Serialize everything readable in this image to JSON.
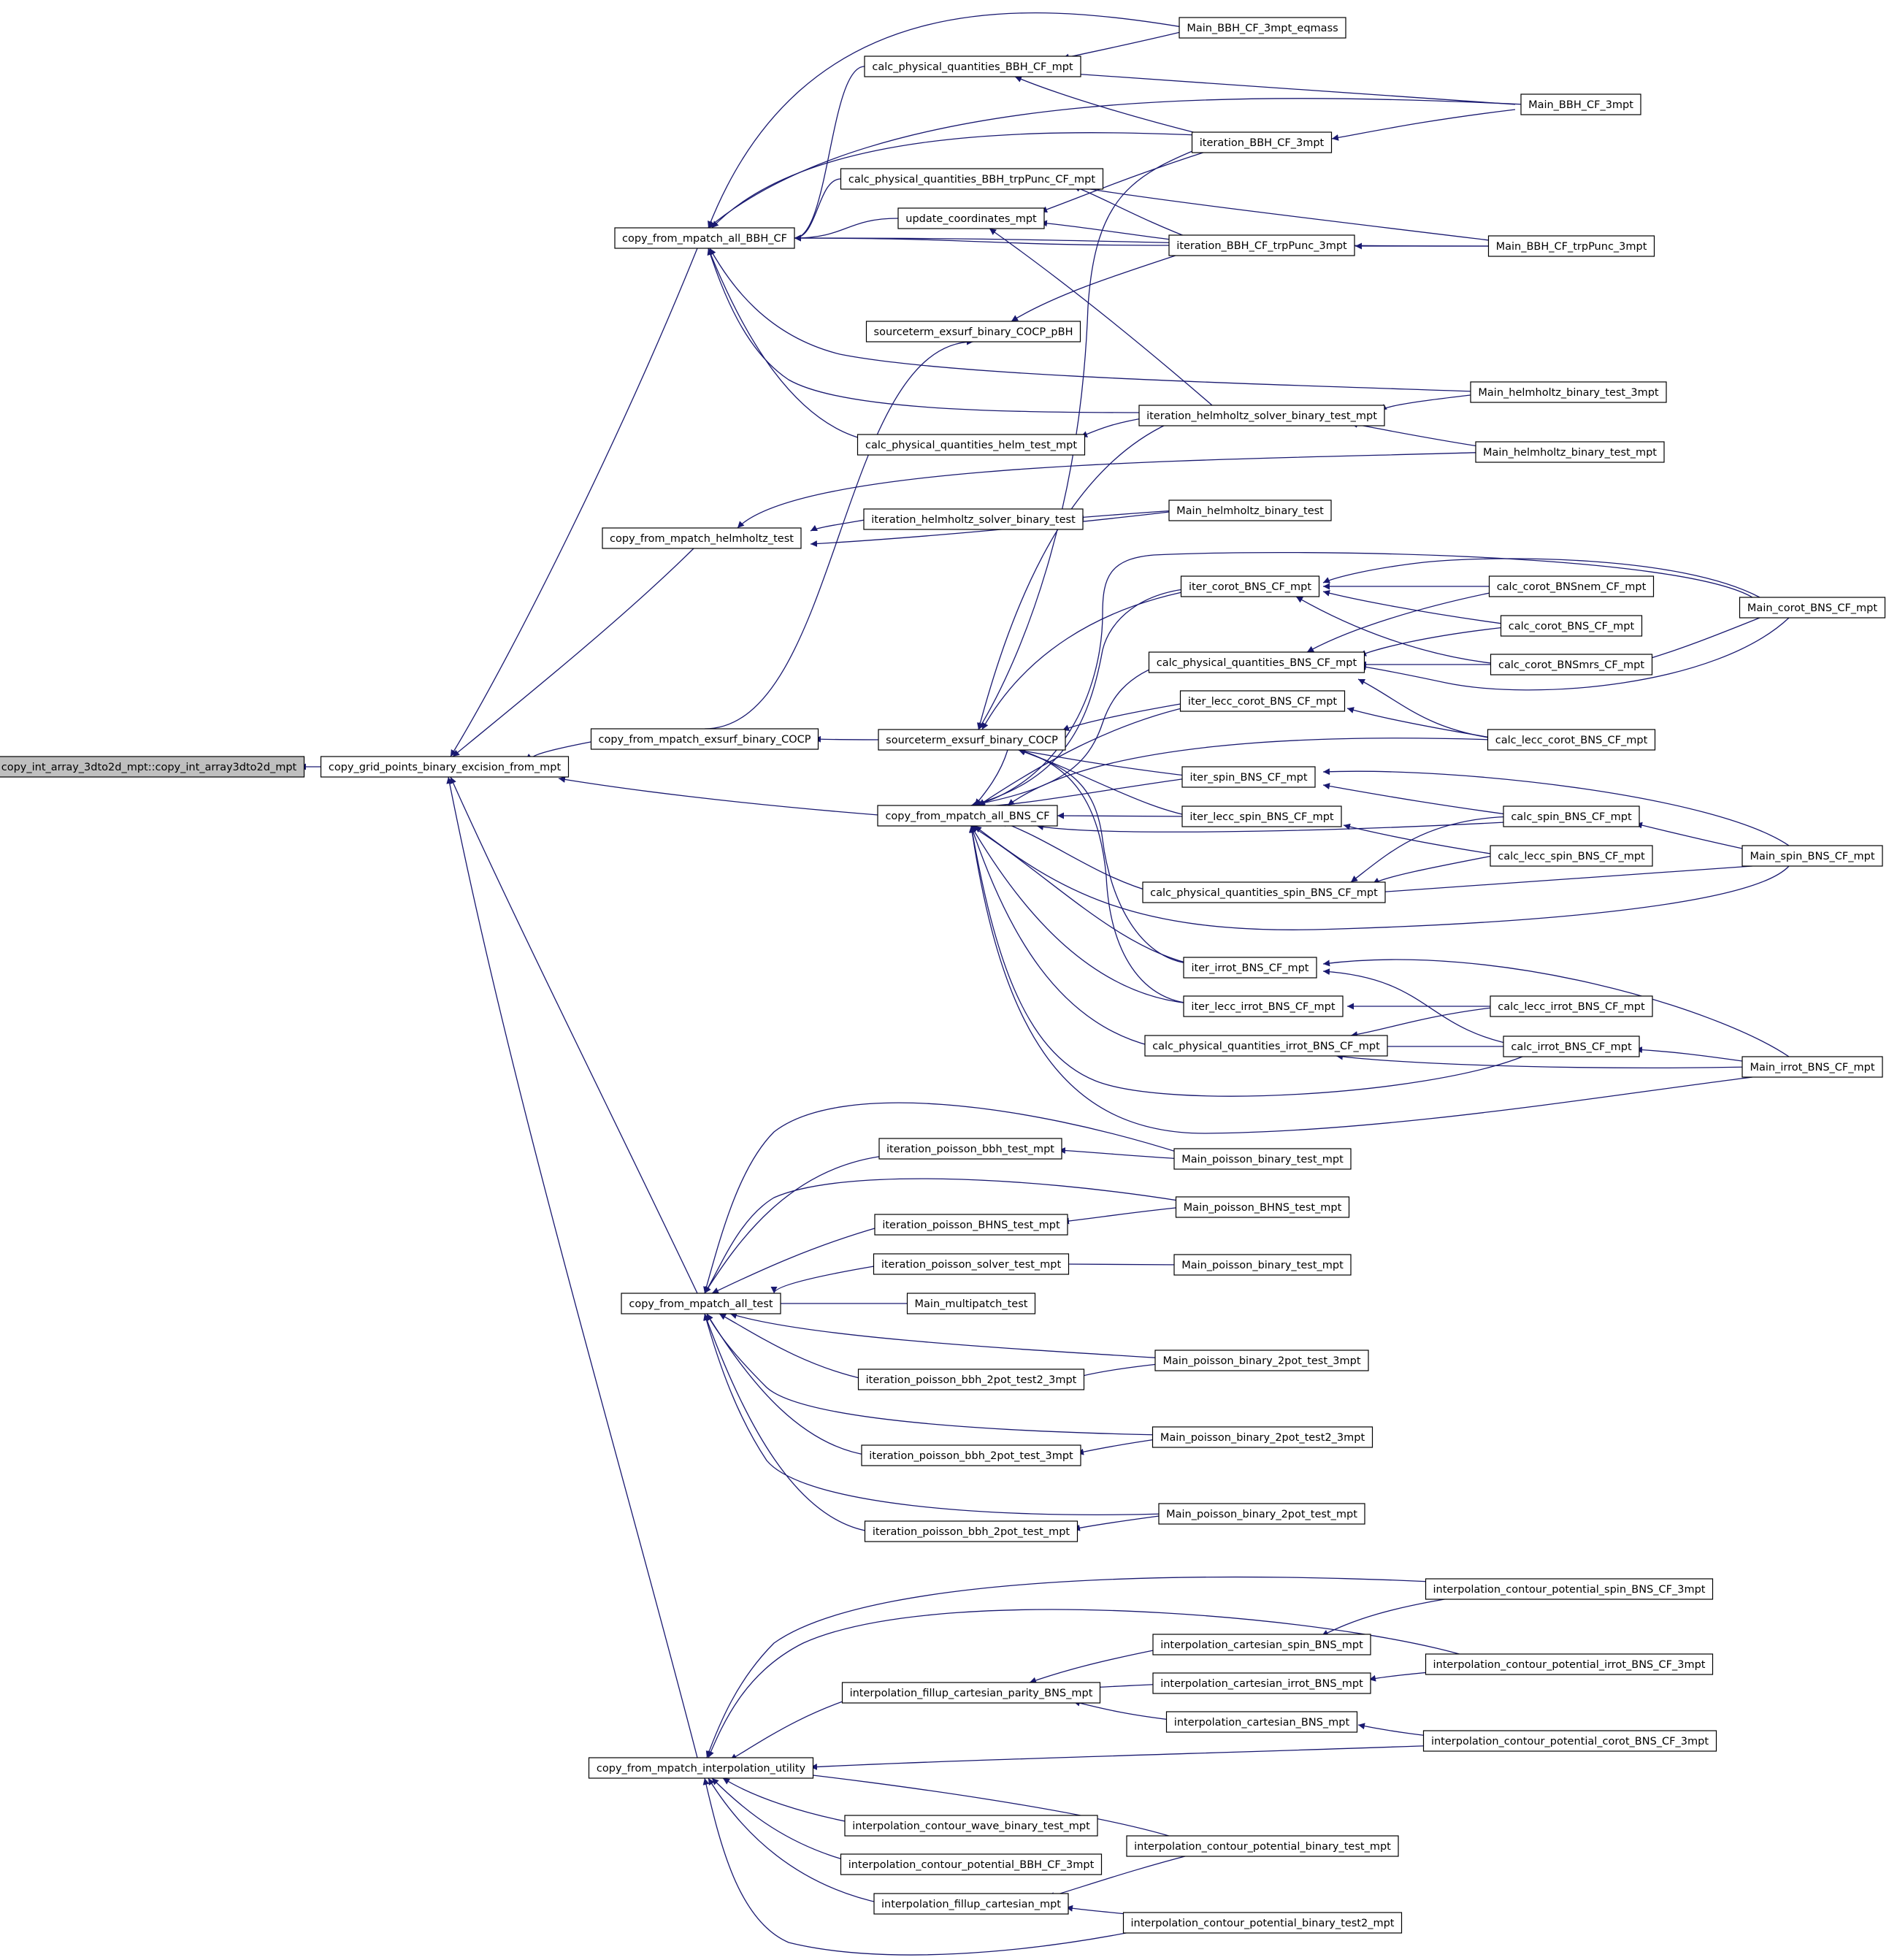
{
  "colors": {
    "edge": "#191970",
    "node_border": "#000000",
    "node_fill": "#ffffff",
    "root_fill": "#bfbfbf"
  },
  "nodes": [
    {
      "id": "root",
      "label": "copy_int_array_3dto2d_mpt::copy_int_array3dto2d_mpt",
      "root": true
    },
    {
      "id": "cgp",
      "label": "copy_grid_points_binary_excision_from_mpt"
    },
    {
      "id": "bbhcf",
      "label": "copy_from_mpatch_all_BBH_CF"
    },
    {
      "id": "helm",
      "label": "copy_from_mpatch_helmholtz_test"
    },
    {
      "id": "exsurf",
      "label": "copy_from_mpatch_exsurf_binary_COCP"
    },
    {
      "id": "bnscf",
      "label": "copy_from_mpatch_all_BNS_CF"
    },
    {
      "id": "alltest",
      "label": "copy_from_mpatch_all_test"
    },
    {
      "id": "interp",
      "label": "copy_from_mpatch_interpolation_utility"
    },
    {
      "id": "cpq_bbh",
      "label": "calc_physical_quantities_BBH_CF_mpt"
    },
    {
      "id": "cpq_trp",
      "label": "calc_physical_quantities_BBH_trpPunc_CF_mpt"
    },
    {
      "id": "upd",
      "label": "update_coordinates_mpt"
    },
    {
      "id": "srcpbh",
      "label": "sourceterm_exsurf_binary_COCP_pBH"
    },
    {
      "id": "cpq_helm",
      "label": "calc_physical_quantities_helm_test_mpt"
    },
    {
      "id": "ihelm",
      "label": "iteration_helmholtz_solver_binary_test"
    },
    {
      "id": "srccocp",
      "label": "sourceterm_exsurf_binary_COCP"
    },
    {
      "id": "main_eq",
      "label": "Main_BBH_CF_3mpt_eqmass"
    },
    {
      "id": "it_bbh3",
      "label": "iteration_BBH_CF_3mpt"
    },
    {
      "id": "main_bbh3",
      "label": "Main_BBH_CF_3mpt"
    },
    {
      "id": "it_trp",
      "label": "iteration_BBH_CF_trpPunc_3mpt"
    },
    {
      "id": "main_trp",
      "label": "Main_BBH_CF_trpPunc_3mpt"
    },
    {
      "id": "main_helm3",
      "label": "Main_helmholtz_binary_test_3mpt"
    },
    {
      "id": "ihelm_mpt",
      "label": "iteration_helmholtz_solver_binary_test_mpt"
    },
    {
      "id": "main_helm_mpt",
      "label": "Main_helmholtz_binary_test_mpt"
    },
    {
      "id": "main_helm",
      "label": "Main_helmholtz_binary_test"
    },
    {
      "id": "iter_corot",
      "label": "iter_corot_BNS_CF_mpt"
    },
    {
      "id": "cpq_bns",
      "label": "calc_physical_quantities_BNS_CF_mpt"
    },
    {
      "id": "iter_lecc_corot",
      "label": "iter_lecc_corot_BNS_CF_mpt"
    },
    {
      "id": "iter_spin",
      "label": "iter_spin_BNS_CF_mpt"
    },
    {
      "id": "iter_lecc_spin",
      "label": "iter_lecc_spin_BNS_CF_mpt"
    },
    {
      "id": "cpq_spin",
      "label": "calc_physical_quantities_spin_BNS_CF_mpt"
    },
    {
      "id": "iter_irrot",
      "label": "iter_irrot_BNS_CF_mpt"
    },
    {
      "id": "iter_lecc_irrot",
      "label": "iter_lecc_irrot_BNS_CF_mpt"
    },
    {
      "id": "cpq_irrot",
      "label": "calc_physical_quantities_irrot_BNS_CF_mpt"
    },
    {
      "id": "c_corot_nem",
      "label": "calc_corot_BNSnem_CF_mpt"
    },
    {
      "id": "c_corot",
      "label": "calc_corot_BNS_CF_mpt"
    },
    {
      "id": "c_corot_mrs",
      "label": "calc_corot_BNSmrs_CF_mpt"
    },
    {
      "id": "c_lecc_corot",
      "label": "calc_lecc_corot_BNS_CF_mpt"
    },
    {
      "id": "c_spin",
      "label": "calc_spin_BNS_CF_mpt"
    },
    {
      "id": "c_lecc_spin",
      "label": "calc_lecc_spin_BNS_CF_mpt"
    },
    {
      "id": "c_lecc_irrot",
      "label": "calc_lecc_irrot_BNS_CF_mpt"
    },
    {
      "id": "c_irrot",
      "label": "calc_irrot_BNS_CF_mpt"
    },
    {
      "id": "main_corot",
      "label": "Main_corot_BNS_CF_mpt"
    },
    {
      "id": "main_spin",
      "label": "Main_spin_BNS_CF_mpt"
    },
    {
      "id": "main_irrot",
      "label": "Main_irrot_BNS_CF_mpt"
    },
    {
      "id": "ip_bbh",
      "label": "iteration_poisson_bbh_test_mpt"
    },
    {
      "id": "ip_bhns",
      "label": "iteration_poisson_BHNS_test_mpt"
    },
    {
      "id": "ip_solver",
      "label": "iteration_poisson_solver_test_mpt"
    },
    {
      "id": "main_multi",
      "label": "Main_multipatch_test"
    },
    {
      "id": "ip_2pot2",
      "label": "iteration_poisson_bbh_2pot_test2_3mpt"
    },
    {
      "id": "ip_2pot3",
      "label": "iteration_poisson_bbh_2pot_test_3mpt"
    },
    {
      "id": "ip_2pot",
      "label": "iteration_poisson_bbh_2pot_test_mpt"
    },
    {
      "id": "mp_bin1",
      "label": "Main_poisson_binary_test_mpt"
    },
    {
      "id": "mp_bhns",
      "label": "Main_poisson_BHNS_test_mpt"
    },
    {
      "id": "mp_bin2",
      "label": "Main_poisson_binary_test_mpt"
    },
    {
      "id": "mp_2pot3",
      "label": "Main_poisson_binary_2pot_test_3mpt"
    },
    {
      "id": "mp_2pot2_3",
      "label": "Main_poisson_binary_2pot_test2_3mpt"
    },
    {
      "id": "mp_2pot",
      "label": "Main_poisson_binary_2pot_test_mpt"
    },
    {
      "id": "ifc_parity",
      "label": "interpolation_fillup_cartesian_parity_BNS_mpt"
    },
    {
      "id": "icw",
      "label": "interpolation_contour_wave_binary_test_mpt"
    },
    {
      "id": "icp_bbh",
      "label": "interpolation_contour_potential_BBH_CF_3mpt"
    },
    {
      "id": "ifc",
      "label": "interpolation_fillup_cartesian_mpt"
    },
    {
      "id": "ics_spin",
      "label": "interpolation_cartesian_spin_BNS_mpt"
    },
    {
      "id": "ics_irrot",
      "label": "interpolation_cartesian_irrot_BNS_mpt"
    },
    {
      "id": "ics",
      "label": "interpolation_cartesian_BNS_mpt"
    },
    {
      "id": "icp_bin",
      "label": "interpolation_contour_potential_binary_test_mpt"
    },
    {
      "id": "icp_bin2",
      "label": "interpolation_contour_potential_binary_test2_mpt"
    },
    {
      "id": "icp_spin",
      "label": "interpolation_contour_potential_spin_BNS_CF_3mpt"
    },
    {
      "id": "icp_irrot",
      "label": "interpolation_contour_potential_irrot_BNS_CF_3mpt"
    },
    {
      "id": "icp_corot",
      "label": "interpolation_contour_potential_corot_BNS_CF_3mpt"
    }
  ],
  "edges": [
    [
      "cgp",
      "root"
    ],
    [
      "bbhcf",
      "cgp"
    ],
    [
      "helm",
      "cgp"
    ],
    [
      "exsurf",
      "cgp"
    ],
    [
      "bnscf",
      "cgp"
    ],
    [
      "alltest",
      "cgp"
    ],
    [
      "interp",
      "cgp"
    ],
    [
      "cpq_bbh",
      "bbhcf"
    ],
    [
      "main_eq",
      "bbhcf"
    ],
    [
      "main_bbh3",
      "bbhcf"
    ],
    [
      "it_bbh3",
      "bbhcf"
    ],
    [
      "cpq_trp",
      "bbhcf"
    ],
    [
      "upd",
      "bbhcf"
    ],
    [
      "it_trp",
      "bbhcf"
    ],
    [
      "main_trp",
      "bbhcf"
    ],
    [
      "main_helm3",
      "bbhcf"
    ],
    [
      "ihelm_mpt",
      "bbhcf"
    ],
    [
      "cpq_helm",
      "bbhcf"
    ],
    [
      "main_eq",
      "cpq_bbh"
    ],
    [
      "main_bbh3",
      "cpq_bbh"
    ],
    [
      "it_bbh3",
      "cpq_bbh"
    ],
    [
      "main_bbh3",
      "it_bbh3"
    ],
    [
      "it_trp",
      "cpq_trp"
    ],
    [
      "main_trp",
      "cpq_trp"
    ],
    [
      "main_trp",
      "it_trp"
    ],
    [
      "it_bbh3",
      "upd"
    ],
    [
      "it_trp",
      "upd"
    ],
    [
      "ihelm_mpt",
      "upd"
    ],
    [
      "it_trp",
      "srcpbh"
    ],
    [
      "exsurf",
      "srcpbh"
    ],
    [
      "ihelm_mpt",
      "cpq_helm"
    ],
    [
      "main_helm3",
      "ihelm_mpt"
    ],
    [
      "main_helm_mpt",
      "ihelm_mpt"
    ],
    [
      "main_helm_mpt",
      "helm"
    ],
    [
      "ihelm",
      "helm"
    ],
    [
      "main_helm",
      "helm"
    ],
    [
      "main_helm",
      "ihelm"
    ],
    [
      "srccocp",
      "exsurf"
    ],
    [
      "it_bbh3",
      "srccocp"
    ],
    [
      "ihelm_mpt",
      "srccocp"
    ],
    [
      "iter_corot",
      "srccocp"
    ],
    [
      "iter_lecc_corot",
      "srccocp"
    ],
    [
      "iter_spin",
      "srccocp"
    ],
    [
      "iter_lecc_spin",
      "srccocp"
    ],
    [
      "iter_irrot",
      "srccocp"
    ],
    [
      "iter_lecc_irrot",
      "srccocp"
    ],
    [
      "srccocp",
      "bnscf"
    ],
    [
      "main_corot",
      "bnscf"
    ],
    [
      "iter_corot",
      "bnscf"
    ],
    [
      "cpq_bns",
      "bnscf"
    ],
    [
      "iter_lecc_corot",
      "bnscf"
    ],
    [
      "c_lecc_corot",
      "bnscf"
    ],
    [
      "iter_spin",
      "bnscf"
    ],
    [
      "iter_lecc_spin",
      "bnscf"
    ],
    [
      "c_spin",
      "bnscf"
    ],
    [
      "cpq_spin",
      "bnscf"
    ],
    [
      "main_spin",
      "bnscf"
    ],
    [
      "iter_irrot",
      "bnscf"
    ],
    [
      "iter_lecc_irrot",
      "bnscf"
    ],
    [
      "cpq_irrot",
      "bnscf"
    ],
    [
      "c_irrot",
      "bnscf"
    ],
    [
      "main_irrot",
      "bnscf"
    ],
    [
      "c_corot_nem",
      "iter_corot"
    ],
    [
      "c_corot",
      "iter_corot"
    ],
    [
      "c_corot_mrs",
      "iter_corot"
    ],
    [
      "main_corot",
      "iter_corot"
    ],
    [
      "c_corot_nem",
      "cpq_bns"
    ],
    [
      "c_corot",
      "cpq_bns"
    ],
    [
      "c_corot_mrs",
      "cpq_bns"
    ],
    [
      "c_lecc_corot",
      "cpq_bns"
    ],
    [
      "main_corot",
      "cpq_bns"
    ],
    [
      "main_corot",
      "c_corot_mrs"
    ],
    [
      "c_lecc_corot",
      "iter_lecc_corot"
    ],
    [
      "c_spin",
      "iter_spin"
    ],
    [
      "main_spin",
      "iter_spin"
    ],
    [
      "c_lecc_spin",
      "iter_lecc_spin"
    ],
    [
      "c_spin",
      "cpq_spin"
    ],
    [
      "c_lecc_spin",
      "cpq_spin"
    ],
    [
      "main_spin",
      "cpq_spin"
    ],
    [
      "main_spin",
      "c_spin"
    ],
    [
      "c_irrot",
      "iter_irrot"
    ],
    [
      "main_irrot",
      "iter_irrot"
    ],
    [
      "c_lecc_irrot",
      "iter_lecc_irrot"
    ],
    [
      "c_lecc_irrot",
      "cpq_irrot"
    ],
    [
      "c_irrot",
      "cpq_irrot"
    ],
    [
      "main_irrot",
      "cpq_irrot"
    ],
    [
      "main_irrot",
      "c_irrot"
    ],
    [
      "ip_bbh",
      "alltest"
    ],
    [
      "mp_bin1",
      "alltest"
    ],
    [
      "mp_bhns",
      "alltest"
    ],
    [
      "ip_bhns",
      "alltest"
    ],
    [
      "ip_solver",
      "alltest"
    ],
    [
      "main_multi",
      "alltest"
    ],
    [
      "mp_2pot3",
      "alltest"
    ],
    [
      "ip_2pot2",
      "alltest"
    ],
    [
      "mp_2pot2_3",
      "alltest"
    ],
    [
      "ip_2pot3",
      "alltest"
    ],
    [
      "mp_2pot",
      "alltest"
    ],
    [
      "ip_2pot",
      "alltest"
    ],
    [
      "mp_bin1",
      "ip_bbh"
    ],
    [
      "mp_bhns",
      "ip_bhns"
    ],
    [
      "mp_bin2",
      "ip_solver"
    ],
    [
      "mp_2pot3",
      "ip_2pot2"
    ],
    [
      "mp_2pot2_3",
      "ip_2pot3"
    ],
    [
      "mp_2pot",
      "ip_2pot"
    ],
    [
      "icp_spin",
      "interp"
    ],
    [
      "icp_irrot",
      "interp"
    ],
    [
      "ifc_parity",
      "interp"
    ],
    [
      "icp_corot",
      "interp"
    ],
    [
      "icw",
      "interp"
    ],
    [
      "icp_bbh",
      "interp"
    ],
    [
      "icp_bin",
      "interp"
    ],
    [
      "ifc",
      "interp"
    ],
    [
      "icp_bin2",
      "interp"
    ],
    [
      "ics_spin",
      "ifc_parity"
    ],
    [
      "ics_irrot",
      "ifc_parity"
    ],
    [
      "ics",
      "ifc_parity"
    ],
    [
      "icp_spin",
      "ics_spin"
    ],
    [
      "icp_irrot",
      "ics_irrot"
    ],
    [
      "icp_corot",
      "ics"
    ],
    [
      "icp_bin",
      "ifc"
    ],
    [
      "icp_bin2",
      "ifc"
    ]
  ]
}
